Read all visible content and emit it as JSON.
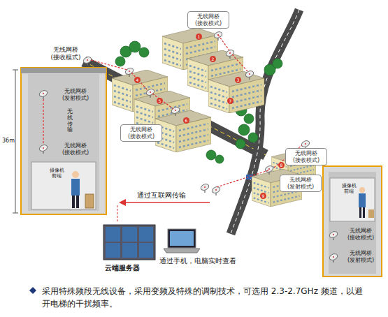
{
  "diagram": {
    "caption": "采用特殊频段无线设备，采用变频及特殊的调制技术，可选用 2.3-2.7GHz 频道，以避开电梯的干扰频率。",
    "nodes": [
      {
        "text": [
          "无线网桥 (接收模式)"
        ]
      },
      {
        "text": [
          "无线网桥 (接收模式)"
        ]
      },
      {
        "text": [
          "无线网桥 (接收模式)"
        ]
      },
      {
        "text": [
          "无线网桥 (发射模式)"
        ]
      }
    ],
    "labels": [
      "无线网桥 (接收模式)",
      "无线网桥 (发射模式)",
      "无线传输",
      "无线网桥 (接收模式)",
      "摄像机 前端",
      "36m",
      "1",
      "2",
      "3",
      "4",
      "5",
      "6",
      "7",
      "8",
      "9",
      "通过互联网传输",
      "云端服务器",
      "通过手机，电脑实时查看",
      "摄像机 前端",
      "无线网桥 (接收模式)",
      "无线网桥 (发射模式)"
    ]
  }
}
